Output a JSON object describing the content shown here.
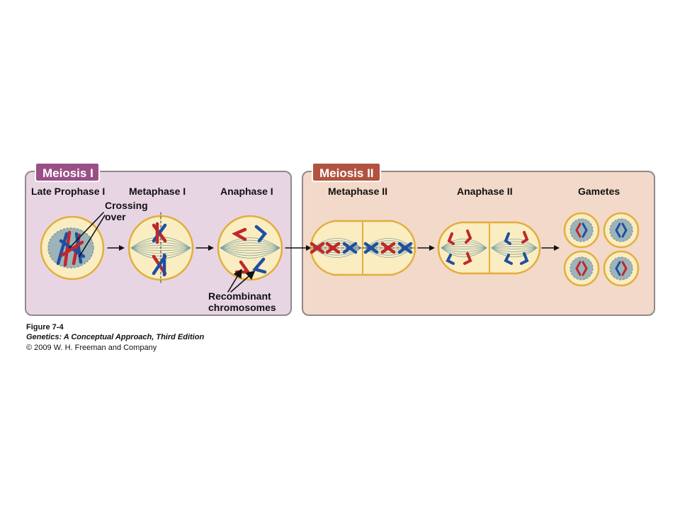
{
  "meiosis1": {
    "label": "Meiosis I"
  },
  "meiosis2": {
    "label": "Meiosis II"
  },
  "stages": {
    "late_prophase1": "Late Prophase I",
    "metaphase1": "Metaphase I",
    "anaphase1": "Anaphase I",
    "metaphase2": "Metaphase II",
    "anaphase2": "Anaphase II",
    "gametes": "Gametes"
  },
  "annotations": {
    "crossing_over": [
      "Crossing",
      "over"
    ],
    "recombinant": [
      "Recombinant",
      "chromosomes"
    ]
  },
  "caption": {
    "figure": "Figure 7-4",
    "title": "Genetics: A Conceptual Approach, Third Edition",
    "copyright": "© 2009 W. H. Freeman and Company"
  },
  "colors": {
    "panel1_bg": "#e8d5e4",
    "panel2_bg": "#f3d9c9",
    "tab1": "#9a4f86",
    "tab2": "#b1533f",
    "cell_fill": "#fbedc2",
    "cell_border": "#e2ae3c",
    "nucleus": "#9cb4b8",
    "chromosome_red": "#c0272d",
    "chromosome_blue": "#1f4fa0",
    "spindle": "#6f9aa0"
  }
}
